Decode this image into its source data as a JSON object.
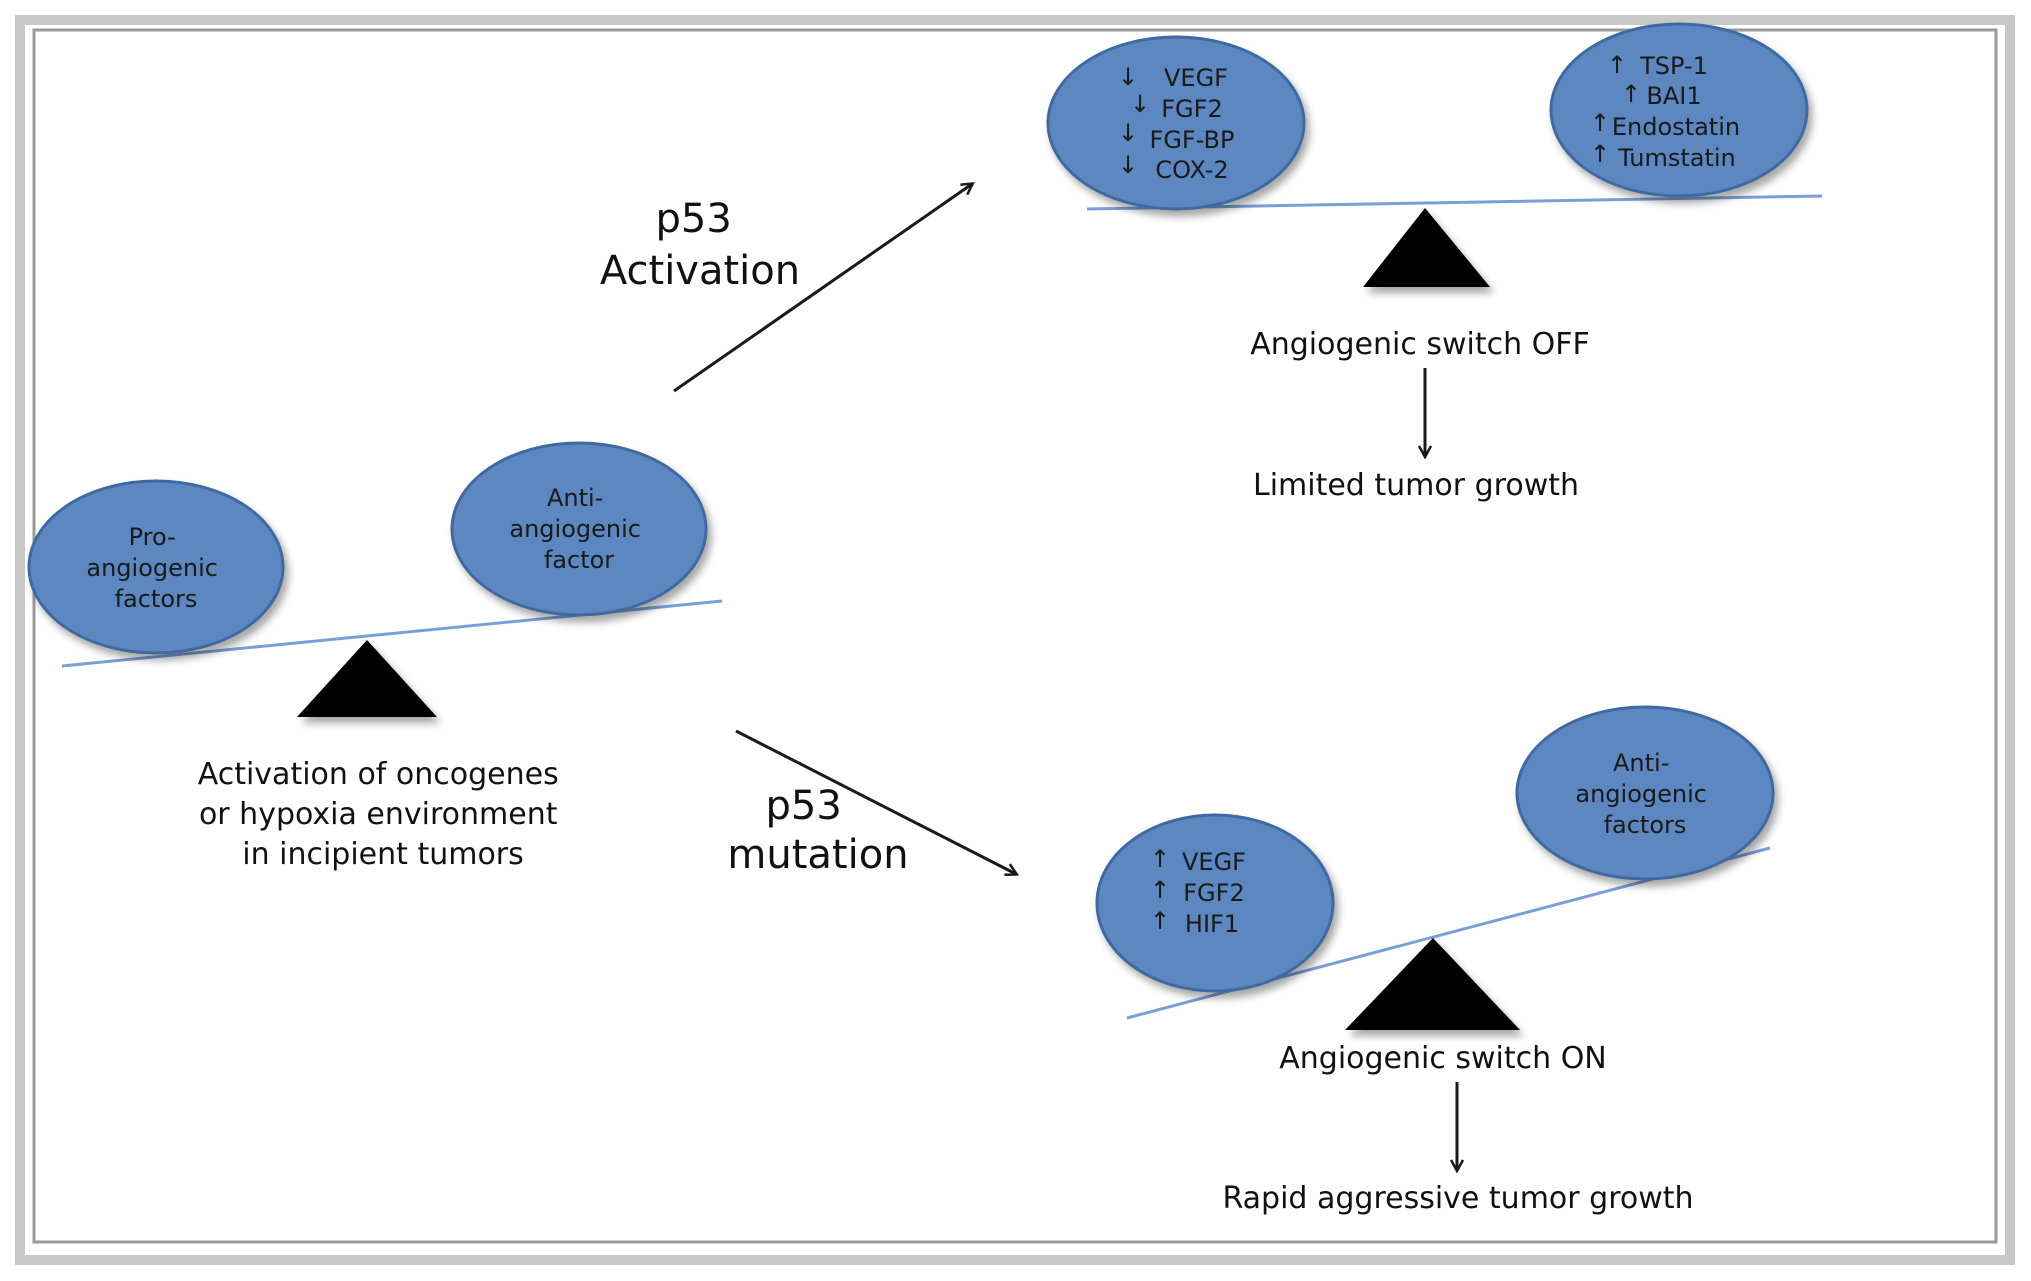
{
  "colors": {
    "ellipse_fill": "#5b87c1",
    "ellipse_stroke": "#41699f",
    "beam": "#7a9fd6",
    "fulcrum": "#000000",
    "frame": "#c8c8c8"
  },
  "left": {
    "pro_lines": [
      "Pro-",
      "angiogenic",
      "factors"
    ],
    "anti_lines": [
      "Anti-",
      "angiogenic",
      "factor"
    ],
    "caption_lines": [
      "Activation of oncogenes",
      "or hypoxia environment",
      "in incipient tumors"
    ]
  },
  "activation": {
    "label_lines": [
      "p53",
      "Activation"
    ],
    "down_items": [
      "VEGF",
      "FGF2",
      "FGF-BP",
      "COX-2"
    ],
    "up_items": [
      "TSP-1",
      "BAI1",
      "Endostatin",
      "Tumstatin"
    ],
    "switch_label": "Angiogenic switch OFF",
    "outcome": "Limited tumor growth"
  },
  "mutation": {
    "label_lines": [
      "p53",
      "mutation"
    ],
    "up_items": [
      "VEGF",
      "FGF2",
      "HIF1"
    ],
    "anti_lines": [
      "Anti-",
      "angiogenic",
      "factors"
    ],
    "switch_label": "Angiogenic switch ON",
    "outcome": "Rapid aggressive tumor growth"
  }
}
